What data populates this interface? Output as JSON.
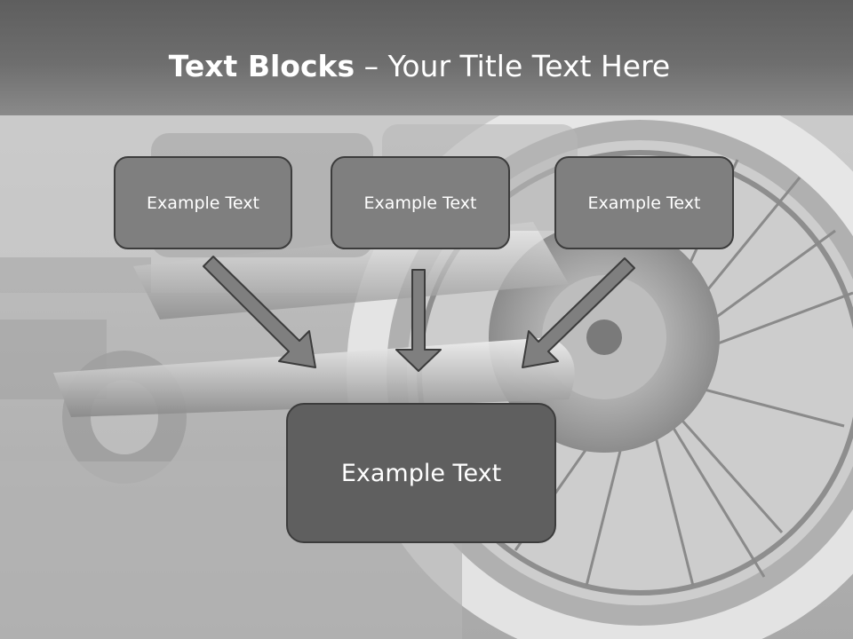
{
  "title": {
    "bold": "Text Blocks",
    "rest": " – Your Title Text Here"
  },
  "blocks": [
    {
      "label": "Example Text"
    },
    {
      "label": "Example Text"
    },
    {
      "label": "Example Text"
    }
  ],
  "main_block": {
    "label": "Example Text"
  },
  "colors": {
    "title_band": "#6a6a6a",
    "box_fill": "#7f7f7f",
    "main_box_fill": "#5f5f5f",
    "arrow_fill": "#7f7f7f",
    "outline": "#3c3c3c"
  },
  "background_image": "motorcycle-wheel-grayscale-photo"
}
